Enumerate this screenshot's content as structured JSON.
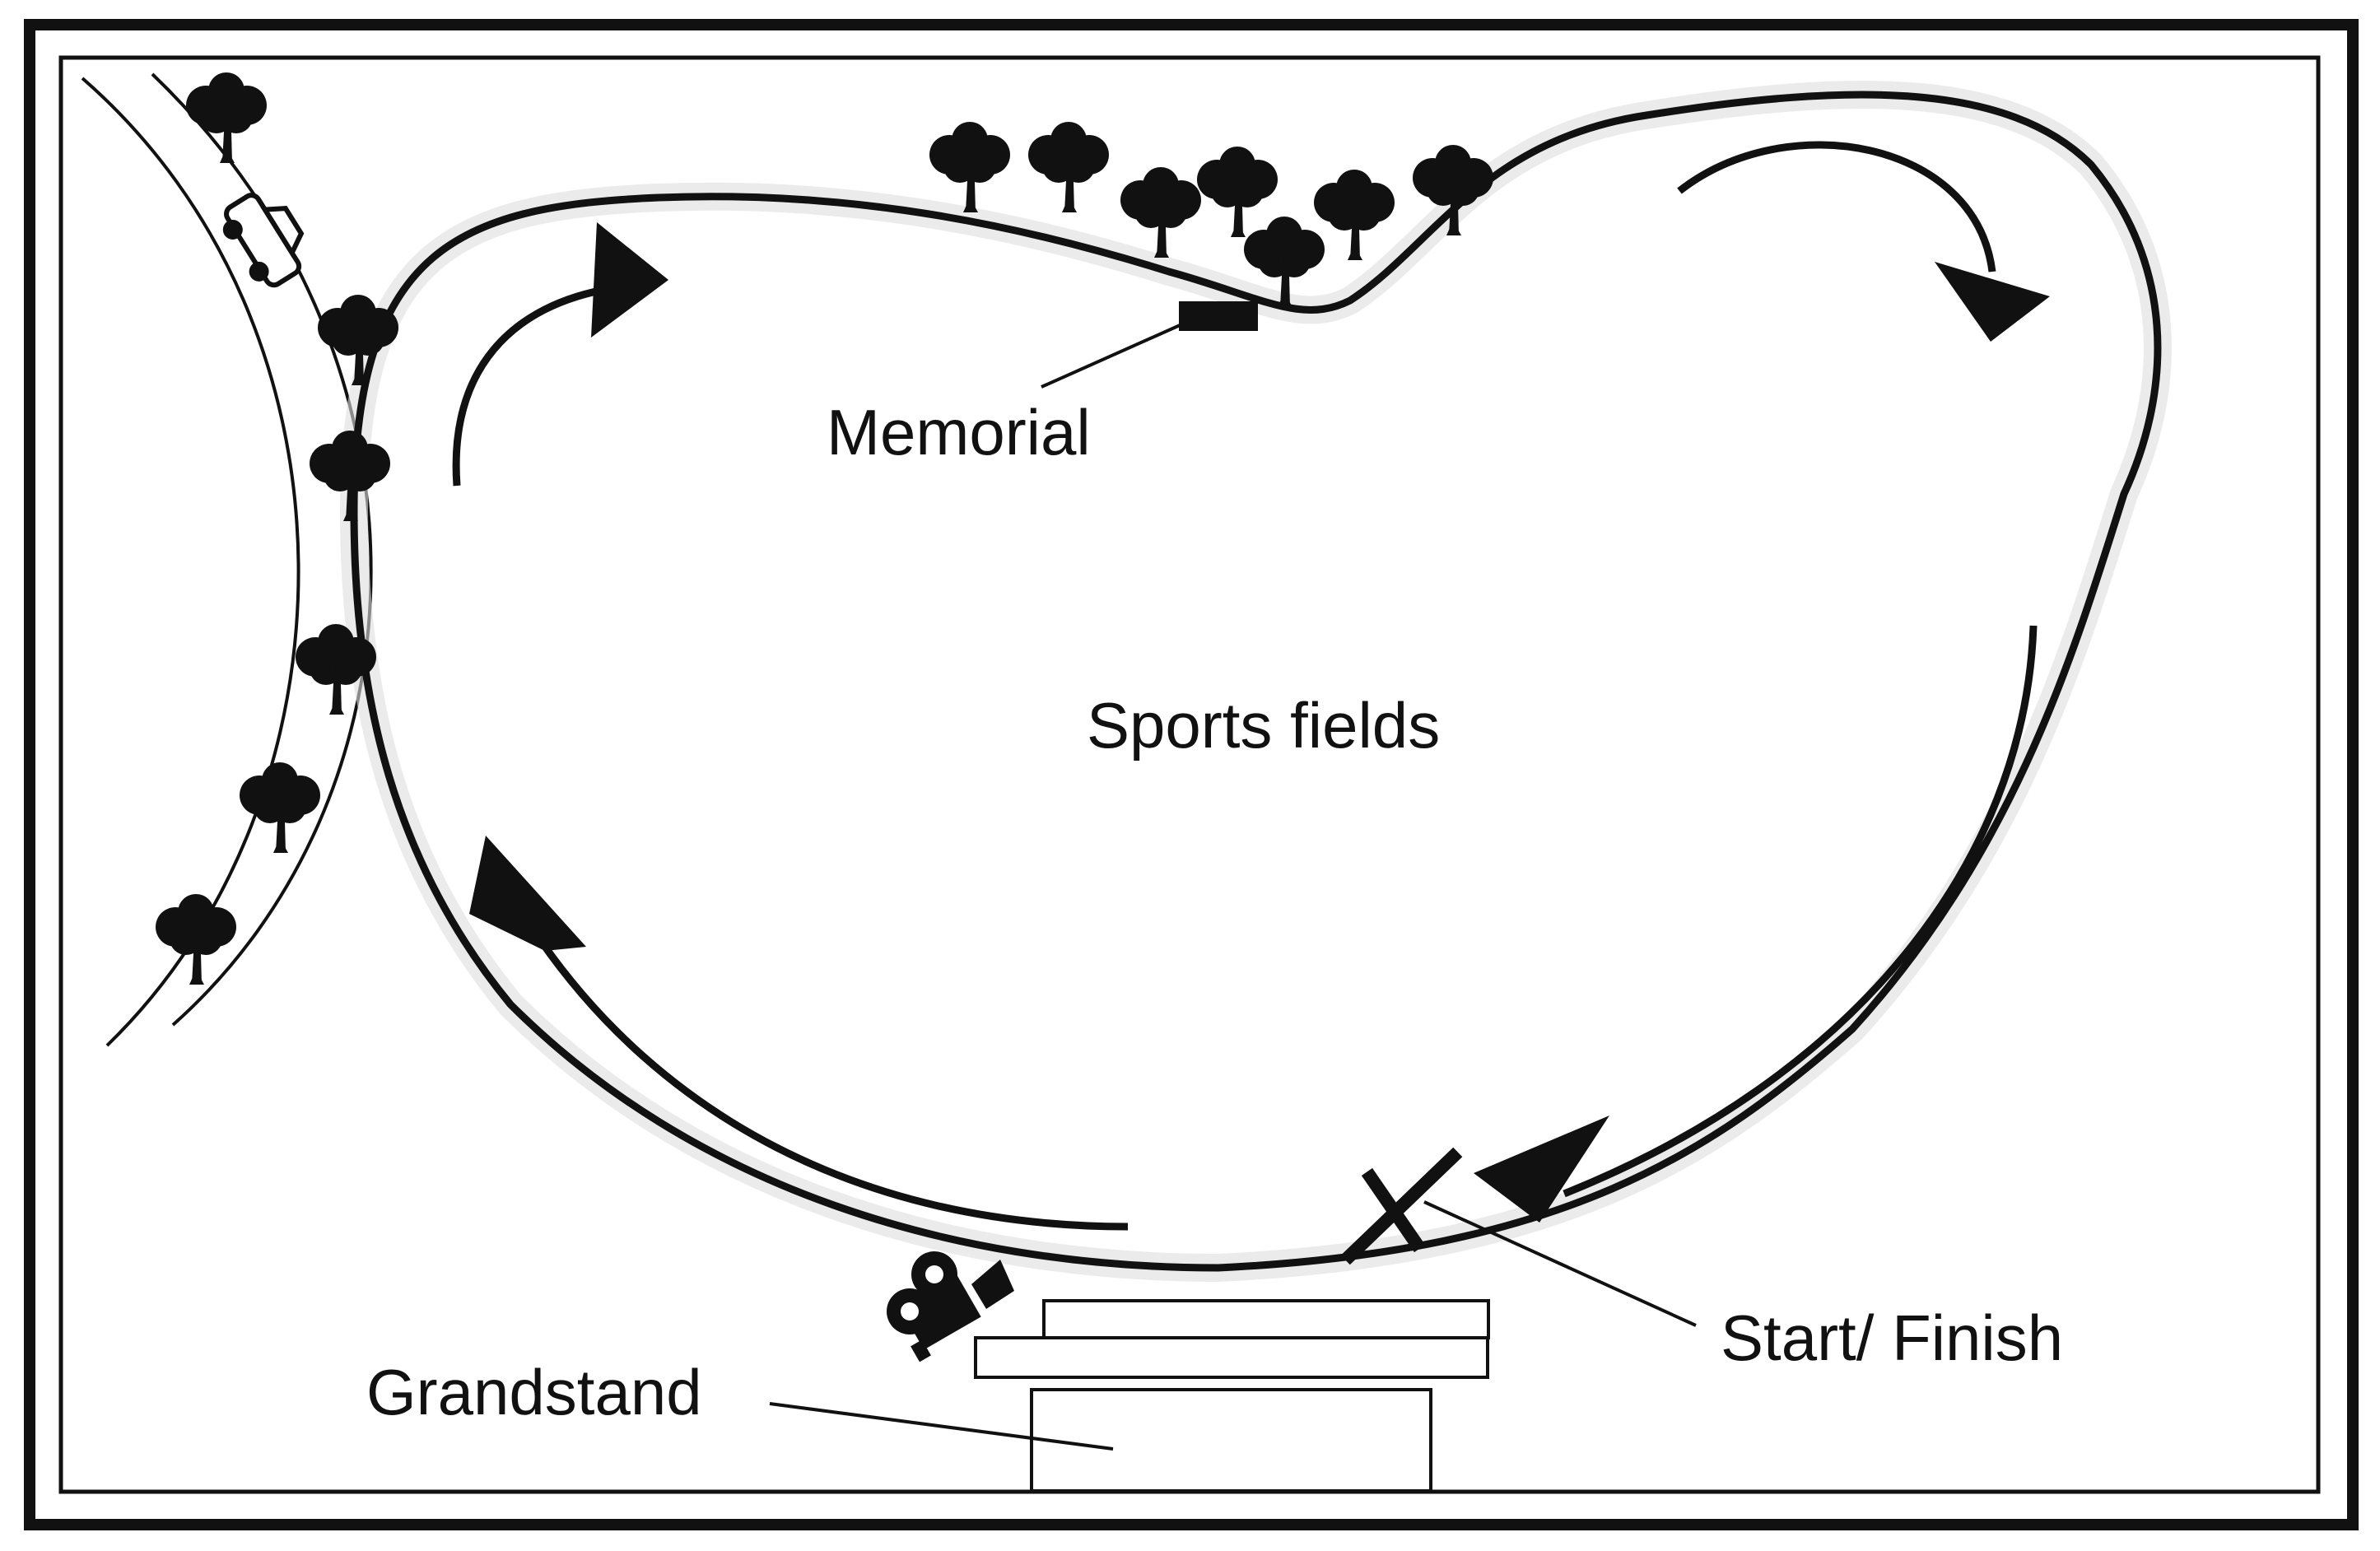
{
  "labels": {
    "memorial": "Memorial",
    "sports_fields": "Sports fields",
    "start_finish": "Start/ Finish",
    "grandstand": "Grandstand"
  },
  "icons": {
    "tree": "tree-icon",
    "car": "car-icon",
    "camera": "movie-camera-icon",
    "start_marker": "x-mark-icon",
    "direction": "arrow-icon"
  },
  "colors": {
    "ink": "#111111",
    "paper": "#ffffff",
    "track_haze": "#dddddd"
  }
}
